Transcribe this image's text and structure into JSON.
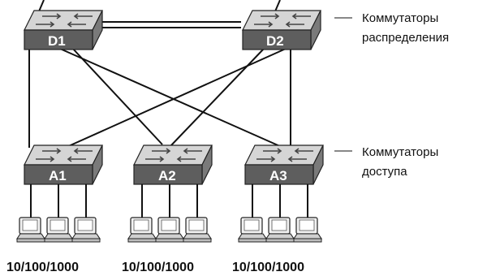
{
  "switches": {
    "distribution": [
      {
        "id": "d1",
        "label": "D1"
      },
      {
        "id": "d2",
        "label": "D2"
      }
    ],
    "access": [
      {
        "id": "a1",
        "label": "A1"
      },
      {
        "id": "a2",
        "label": "A2"
      },
      {
        "id": "a3",
        "label": "A3"
      }
    ]
  },
  "captions": {
    "distribution": {
      "line1": "Коммутаторы",
      "line2": "распределения"
    },
    "access": {
      "line1": "Коммутаторы",
      "line2": "доступа"
    }
  },
  "links": [
    [
      "d1",
      "d2"
    ],
    [
      "d1",
      "d2"
    ],
    [
      "d1",
      "a1"
    ],
    [
      "d1",
      "a2"
    ],
    [
      "d1",
      "a3"
    ],
    [
      "d2",
      "a1"
    ],
    [
      "d2",
      "a2"
    ],
    [
      "d2",
      "a3"
    ]
  ],
  "host_speeds": [
    "10/100/1000",
    "10/100/1000",
    "10/100/1000"
  ],
  "colors": {
    "switch_top": "#d8d8d8",
    "switch_front": "#6a6a6a",
    "line": "#111111"
  }
}
